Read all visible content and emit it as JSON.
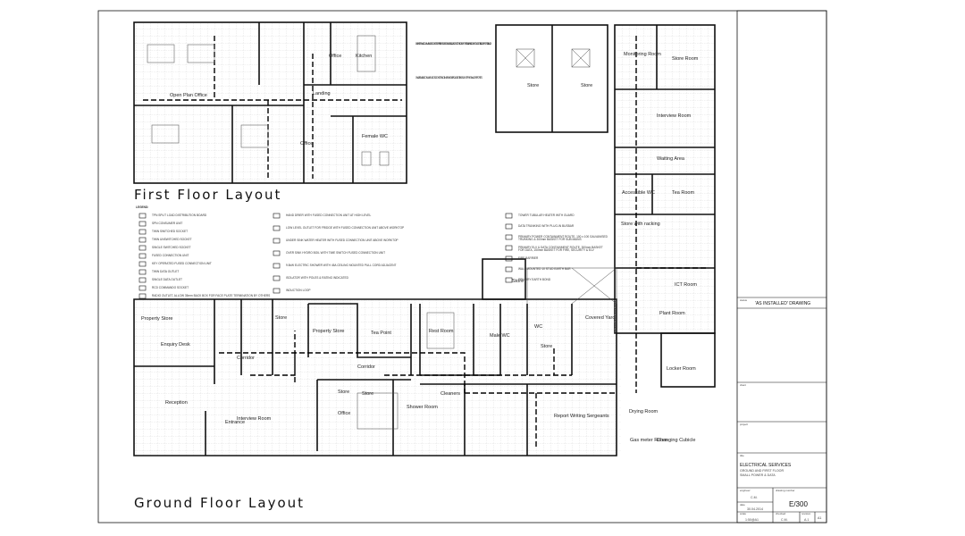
{
  "titles": {
    "first_floor": "First Floor Layout",
    "ground_floor": "Ground Floor Layout"
  },
  "legend": {
    "heading": "LEGEND:",
    "col1": [
      "TPN SPLIT LOAD DISTRIBUTION BOARD",
      "SPN CONSUMER UNIT",
      "TWIN SWITCHED SOCKET",
      "TWIN UNSWITCHED SOCKET",
      "SINGLE SWITCHED SOCKET",
      "FUSED CONNECTION UNIT",
      "KEY OPERATED FUSED CONNECTION UNIT",
      "TWIN DATA OUTLET",
      "SINGLE DATA OUTLET",
      "RCD COMMANDO SOCKET",
      "RADIO OUTLET, ALLOW 35mm BACK BOX FOR FACE PLATE TERMINATION BY OTHERS"
    ],
    "col2": [
      "HAND DRIER WITH FUSED CONNECTION UNIT AT HIGH LEVEL",
      "LOW LEVEL OUTLET FOR FRIDGE WITH FUSED CONNECTION UNIT ABOVE WORKTOP",
      "UNDER SINK WATER HEATER WITH FUSED CONNECTION UNIT ABOVE WORKTOP",
      "OVER SINK HYDRO BOIL WITH TIME SWITCH FUSED CONNECTION UNIT",
      "9.5kW ELECTRIC SHOWER WITH 45A CEILING MOUNTED PULL CORD ADJACENT",
      "ISOLATOR WITH POLES & RATING INDICATED",
      "INDUCTION LOOP"
    ],
    "col3": [
      "TOWER TUBULAR HEATER WITH GUARD",
      "DATA TRUNKING WITH PLUG-IN BUSBAR",
      "PRIMARY POWER CONTAINMENT ROUTE, 100 x 100 GALVANISED TRUNKING & 300mm BASKET FOR SUB MAINS",
      "PRIMARY ELV & DATA CONTAINMENT ROUTE, 300mm BASKET FOR DATA, 150mm BASKET FOR FIRE, SECURITY & ELV",
      "FIRE BARRIER",
      "WALL MOUNTED 10 STUD EARTH BAR",
      "PRIMARY EARTH BOND"
    ]
  },
  "notes": [
    "1No. EXTERNAL COMMANDO SOCKETS WITHIN THE GARDEN AREA ADJACENT TO THE CARPORTS. 1No. TWIN SOCKET OUTLETS IN CARPORTS 1 AND 2",
    "1No. 230V 16A COMMANDO SOCKET AND 1No. TWIN DATA OUTLET IN EACH OF THE 1No. CAR PORTS"
  ],
  "rooms": {
    "first": [
      "Open Plan Office",
      "Office",
      "Kitchen",
      "Landing",
      "Office",
      "Female WC"
    ],
    "upper_right": [
      "Store",
      "Store",
      "Monitoring Room",
      "Store Room",
      "Interview Room",
      "Waiting Area",
      "Accessible WC",
      "Tea Room",
      "Store with racking",
      "ICT Room",
      "Plant Room",
      "Locker Room"
    ],
    "ground": [
      "Property Store",
      "Enquiry Desk",
      "Reception",
      "Corridor",
      "Store",
      "Property Store",
      "Tea Point",
      "Corridor",
      "Interview Room",
      "Office",
      "Store",
      "Store",
      "Entrance",
      "Rest Room",
      "Shower Room",
      "Cleaners",
      "Male WC",
      "WC",
      "Store",
      "Store",
      "Covered Yard",
      "Report Writing Sergeants",
      "Drying Room",
      "Gas meter Room",
      "Changing Cubicle"
    ]
  },
  "title_block": {
    "status_label": "status",
    "status": "'AS INSTALLED' DRAWING",
    "client_label": "client",
    "project_label": "project",
    "title_label": "title",
    "title": "ELECTRICAL SERVICES",
    "subtitle1": "GROUND AND FIRST FLOOR",
    "subtitle2": "SMALL POWER & DATA",
    "engineer_label": "engineer",
    "engineer": "C.M.",
    "date_label": "date",
    "date": "30.04.2014",
    "scale_label": "scale",
    "scale": "1:50@A1",
    "checked_label": "checked",
    "checked": "C.M.",
    "drawing_number_label": "drawing number",
    "drawing_number": "E/300",
    "revision_label": "revision",
    "revision": "A.1",
    "size": "A1"
  }
}
